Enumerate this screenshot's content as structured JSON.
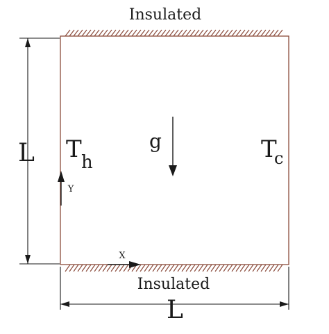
{
  "labels": {
    "top_wall": "Insulated",
    "bottom_wall": "Insulated",
    "height_dim": "L",
    "width_dim": "L",
    "hot_wall_main": "T",
    "hot_wall_sub": "h",
    "cold_wall_main": "T",
    "cold_wall_sub": "c",
    "gravity": "g",
    "x_axis": "X",
    "y_axis": "Y"
  },
  "colors": {
    "wall_line": "#8a4a3a",
    "text": "#1a1a1a",
    "background": "#ffffff"
  }
}
